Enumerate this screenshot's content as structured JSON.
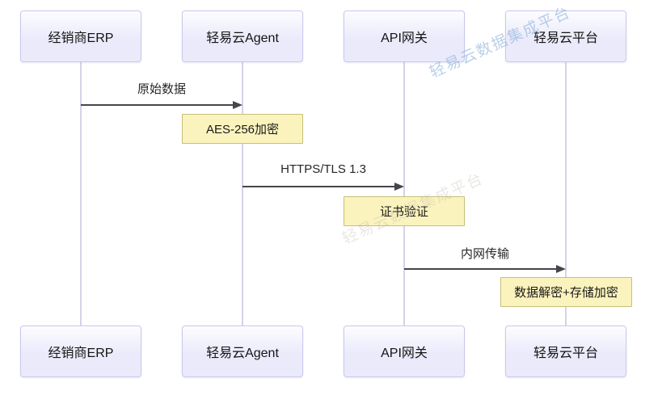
{
  "diagram": {
    "type": "sequence",
    "watermark": {
      "text": "轻易云数据集成平台"
    },
    "actors": [
      {
        "id": "erp",
        "label": "经销商ERP"
      },
      {
        "id": "agent",
        "label": "轻易云Agent"
      },
      {
        "id": "gateway",
        "label": "API网关"
      },
      {
        "id": "platform",
        "label": "轻易云平台"
      }
    ],
    "messages": [
      {
        "from": "经销商ERP",
        "to": "轻易云Agent",
        "label": "原始数据"
      },
      {
        "from": "轻易云Agent",
        "to": "API网关",
        "label": "HTTPS/TLS 1.3"
      },
      {
        "from": "API网关",
        "to": "轻易云平台",
        "label": "内网传输"
      }
    ],
    "notes": [
      {
        "over": "轻易云Agent",
        "label": "AES-256加密"
      },
      {
        "over": "API网关",
        "label": "证书验证"
      },
      {
        "over": "轻易云平台",
        "label": "数据解密+存储加密"
      }
    ],
    "colors": {
      "actor_fill": "#eaeafb",
      "actor_border": "#c9c9ef",
      "note_fill": "#fbf3bd",
      "note_border": "#c6bf79",
      "arrow": "#45454b",
      "lifeline": "#d6d2e8",
      "watermark": "#a8c4e0"
    }
  }
}
